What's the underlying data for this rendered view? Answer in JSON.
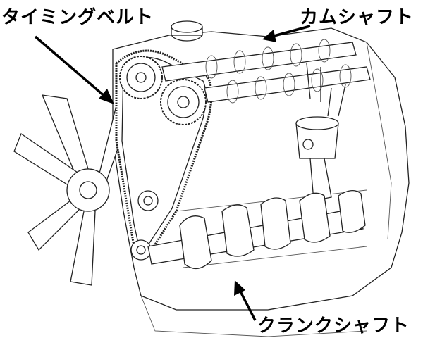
{
  "labels": {
    "timing_belt": "タイミングベルト",
    "camshaft": "カムシャフト",
    "crankshaft": "クランクシャフト"
  },
  "colors": {
    "ink": "#000000",
    "background": "#ffffff"
  }
}
